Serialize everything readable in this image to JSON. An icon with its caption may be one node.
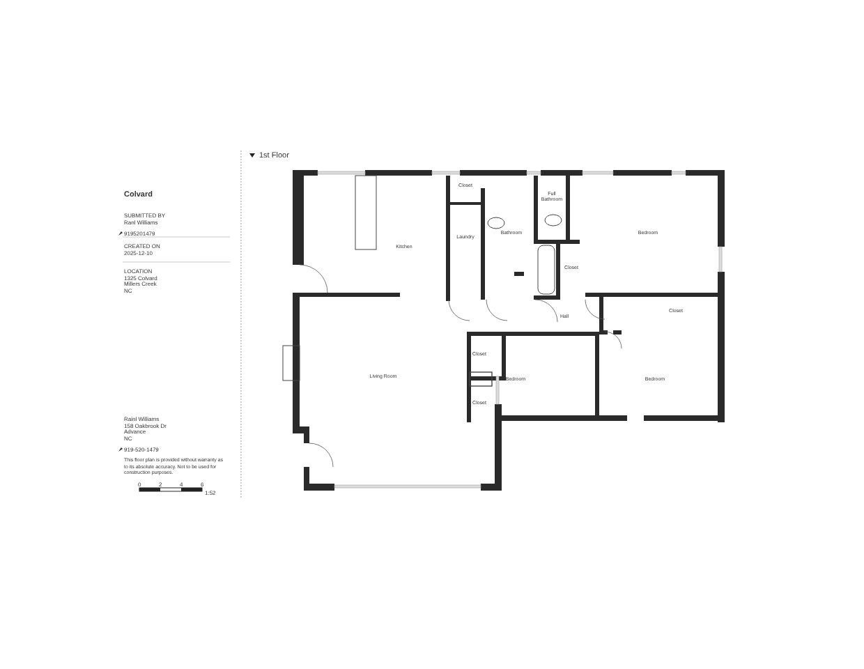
{
  "diagram": {
    "title": "Colvard",
    "labels": [
      "SUBMITTED BY",
      "Ranl Williams",
      "9195201479",
      "CREATED ON",
      "2025-12-10",
      "LOCATION",
      "1325 Colvard",
      "Millers Creek",
      "NC",
      "Rainl Williams",
      "158 Oakbrook Dr",
      "Advance",
      "NC",
      "919-520-1479",
      "This floor plan is provided without warranty as to its absolute accuracy. Not to be used for construction purposes.",
      "0",
      "2",
      "4",
      "6",
      "1:52",
      "1st Floor",
      "Closet",
      "Kitchen",
      "Laundry",
      "Bathroom",
      "Full Bathroom",
      "Bedroom",
      "Closet",
      "Hall",
      "Closet",
      "Living Room",
      "Bedroom",
      "Closet",
      "Bedroom",
      "Closet"
    ]
  }
}
